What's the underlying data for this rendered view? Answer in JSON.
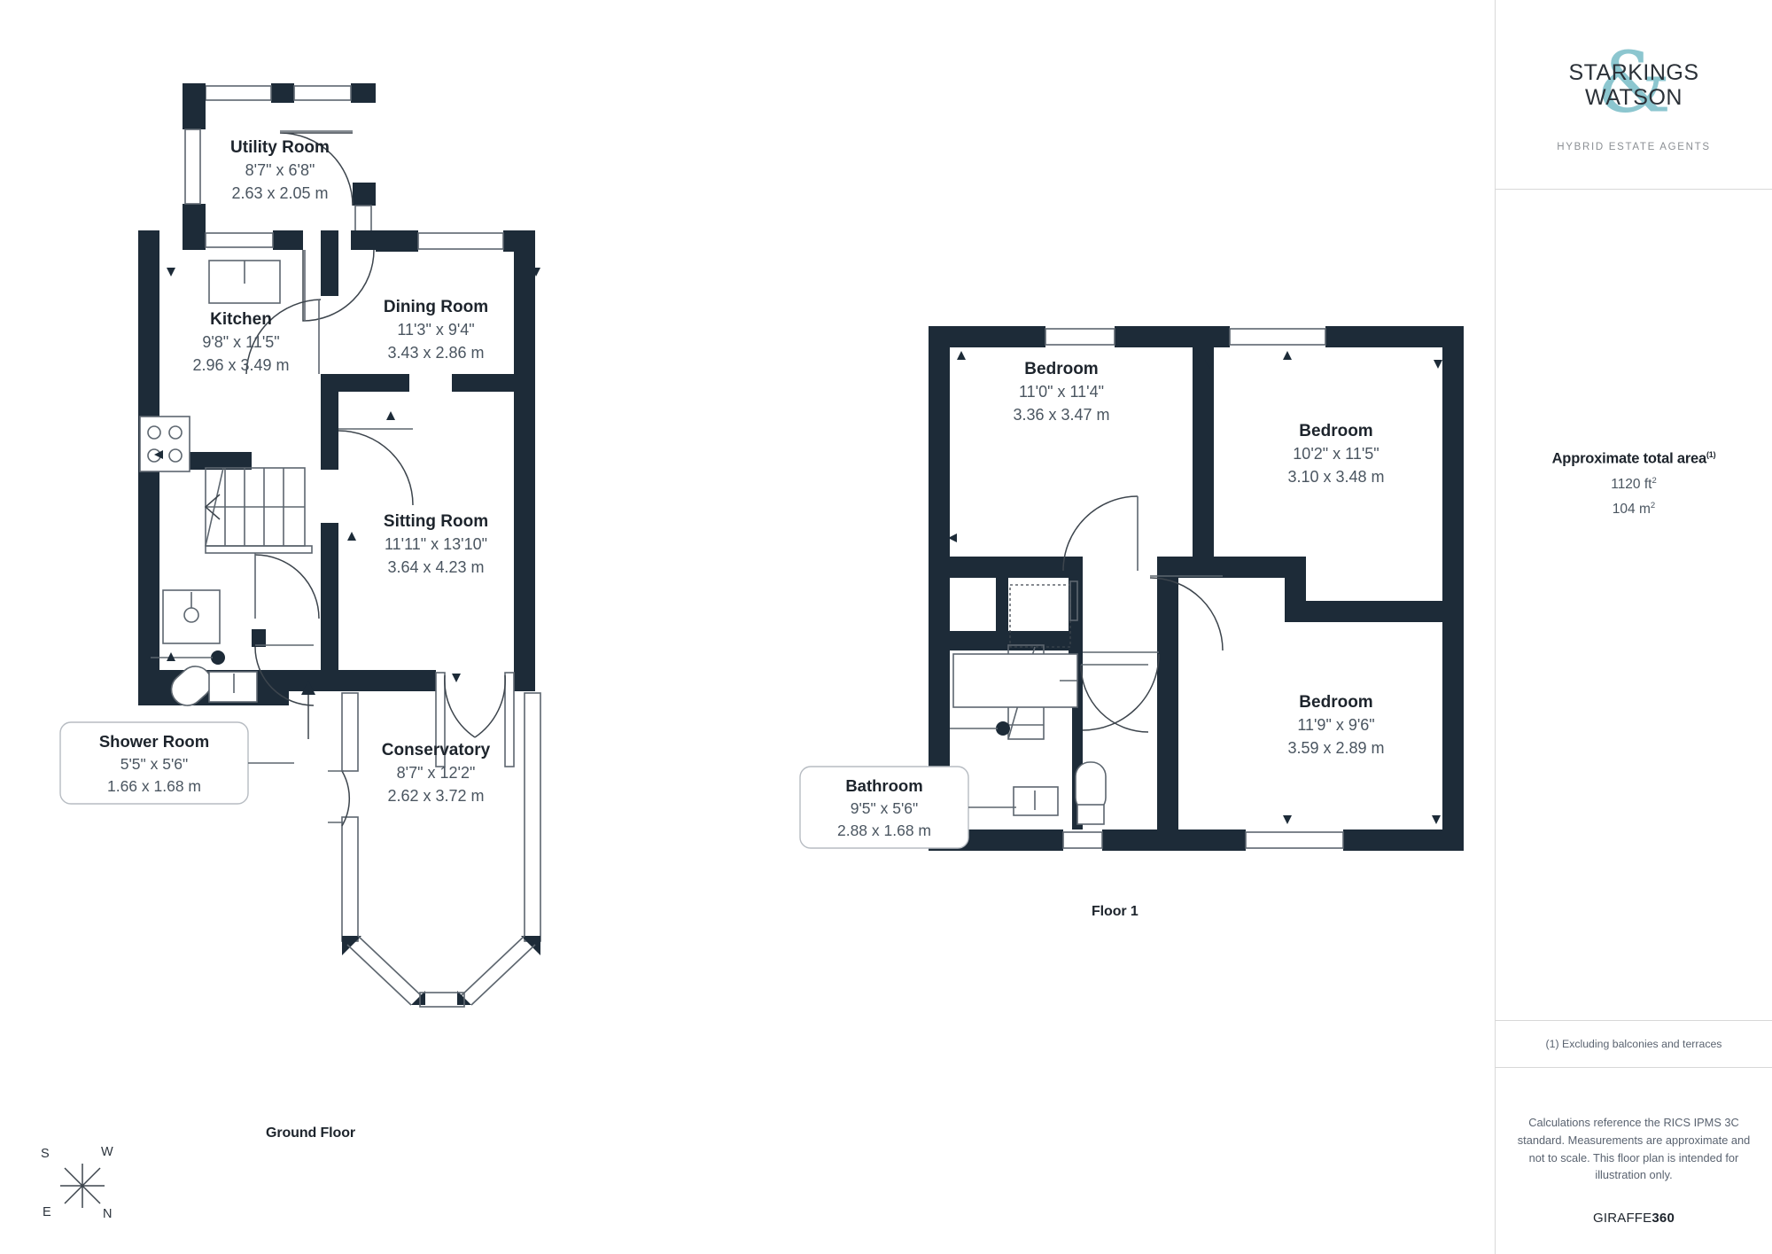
{
  "brand": {
    "amp": "&",
    "name_line1": "STARKINGS",
    "name_line2": "WATSON",
    "tagline": "HYBRID ESTATE AGENTS",
    "accent_color": "#8cc6cf",
    "ink_color": "#1d242c"
  },
  "summary": {
    "title": "Approximate total area",
    "title_superscript": "(1)",
    "area_sqft": "1120 ft",
    "area_sqft_sup": "2",
    "area_sqm": "104 m",
    "area_sqm_sup": "2"
  },
  "footnote": "(1) Excluding balconies and terraces",
  "disclaimer": "Calculations reference the RICS IPMS 3C standard. Measurements are approximate and not to scale. This floor plan is intended for illustration only.",
  "provider": {
    "name_light": "GIRAFFE",
    "name_bold": "360"
  },
  "compass": {
    "top_left": "S",
    "top_right": "W",
    "bottom_left": "E",
    "bottom_right": "N"
  },
  "floors": [
    {
      "caption": "Ground Floor",
      "rooms": [
        {
          "name": "Utility Room",
          "imperial": "8'7\" x 6'8\"",
          "metric": "2.63 x 2.05 m",
          "style": "inline"
        },
        {
          "name": "Kitchen",
          "imperial": "9'8\" x 11'5\"",
          "metric": "2.96 x 3.49 m",
          "style": "inline"
        },
        {
          "name": "Dining Room",
          "imperial": "11'3\" x 9'4\"",
          "metric": "3.43 x 2.86 m",
          "style": "inline"
        },
        {
          "name": "Sitting Room",
          "imperial": "11'11\" x 13'10\"",
          "metric": "3.64 x 4.23 m",
          "style": "inline"
        },
        {
          "name": "Shower Room",
          "imperial": "5'5\" x 5'6\"",
          "metric": "1.66 x 1.68 m",
          "style": "callout"
        },
        {
          "name": "Conservatory",
          "imperial": "8'7\" x 12'2\"",
          "metric": "2.62 x 3.72 m",
          "style": "inline"
        }
      ]
    },
    {
      "caption": "Floor 1",
      "rooms": [
        {
          "name": "Bedroom",
          "imperial": "11'0\" x 11'4\"",
          "metric": "3.36 x 3.47 m",
          "style": "inline"
        },
        {
          "name": "Bedroom",
          "imperial": "10'2\" x 11'5\"",
          "metric": "3.10 x 3.48 m",
          "style": "inline"
        },
        {
          "name": "Bedroom",
          "imperial": "11'9\" x 9'6\"",
          "metric": "3.59 x 2.89 m",
          "style": "inline"
        },
        {
          "name": "Bathroom",
          "imperial": "9'5\" x 5'6\"",
          "metric": "2.88 x 1.68 m",
          "style": "callout"
        }
      ]
    }
  ]
}
